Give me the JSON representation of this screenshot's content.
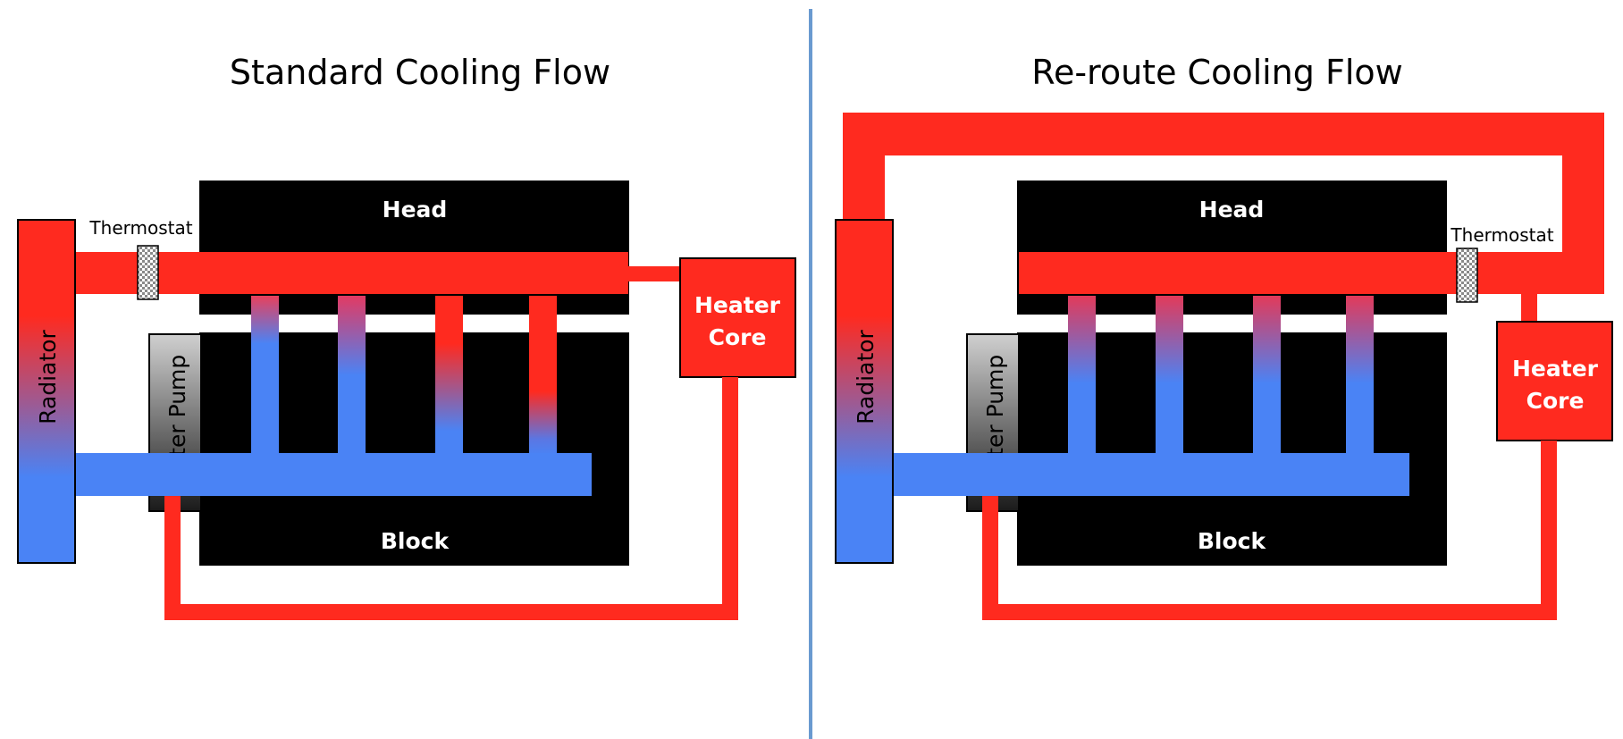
{
  "colors": {
    "hot": "#ff2a1f",
    "cold": "#4a83f5",
    "block": "#000000",
    "divider": "#6a9ad0",
    "label": "#ffffff"
  },
  "left": {
    "title": "Standard Cooling Flow",
    "head": "Head",
    "block": "Block",
    "radiator": "Radiator",
    "thermostat": "Thermostat",
    "water_pump": "Water Pump",
    "heater_core": [
      "Heater",
      "Core"
    ]
  },
  "right": {
    "title": "Re-route Cooling Flow",
    "head": "Head",
    "block": "Block",
    "radiator": "Radiator",
    "thermostat": "Thermostat",
    "water_pump": "Water Pump",
    "heater_core": [
      "Heater",
      "Core"
    ]
  }
}
